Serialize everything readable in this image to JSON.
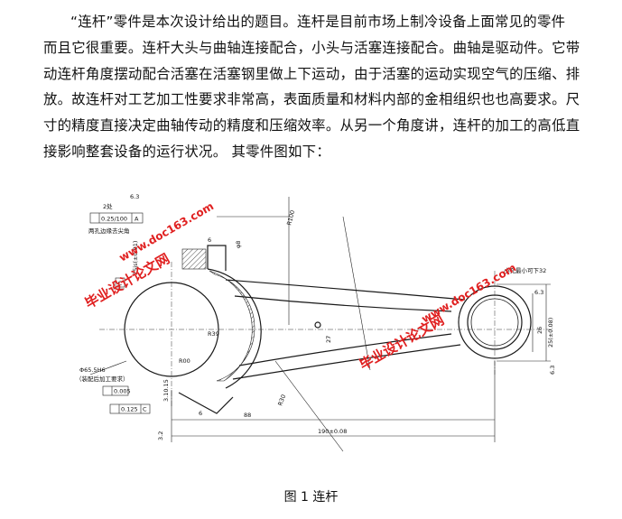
{
  "paragraph": {
    "lines": [
      "“连杆”零件是本次设计给出的题目。连杆是目前市场上制冷设备上面常见的零件",
      "而且它很重要。连杆大头与曲轴连接配合，小头与活塞连接配合。曲轴是驱动件。它带",
      "动连杆角度摆动配合活塞在活塞钢里做上下运动，由于活塞的运动实现空气的压缩、排",
      "放。故连杆对工艺加工性要求非常高，表面质量和材料内部的金相组织也也高要求。尺",
      "寸的精度直接决定曲轴传动的精度和压缩效率。从另一个角度讲，连杆的加工的高低直",
      "接影响整套设备的运行状况。  其零件图如下："
    ]
  },
  "drawing": {
    "labels": {
      "note_2": "2处",
      "rough_63_top": "6.3",
      "tol_parallel": "0.25/100",
      "datum_a": "A",
      "chamfer_note": "两孔边缘去尖角",
      "dim_r100": "R100",
      "dim_6": "6",
      "dim_phi8": "φ8",
      "dim_25js": "25js(±0.01)",
      "datum_c": "C",
      "dim_r39": "R39",
      "dim_r00": "R00",
      "dim_27": "27",
      "dim_r30": "R30",
      "dim_phi655": "Φ65.5H6",
      "note_assembly": "（装配后加工要求）",
      "tol_cyl": "0.005",
      "tol_pos": "0.125",
      "tol_pos_ref": "C",
      "dim_310": "3.10.15",
      "dim_6b": "6",
      "dim_32": "3.2",
      "dim_88": "88",
      "dim_190": "190±0.08",
      "dim_small_end": "小孔最小可下32",
      "rough_63_right": "6.3",
      "dim_26": "26",
      "dim_25": "25(±0.08)",
      "dim_63b": "6.3"
    },
    "watermarks": [
      "www.doc163.com",
      "毕业设计论文网",
      "www.doc163.com",
      "毕业设计论文网"
    ]
  },
  "caption": "图 1 连杆",
  "colors": {
    "text": "#111111",
    "watermark": "#e02020",
    "line": "#1a1a1a"
  }
}
